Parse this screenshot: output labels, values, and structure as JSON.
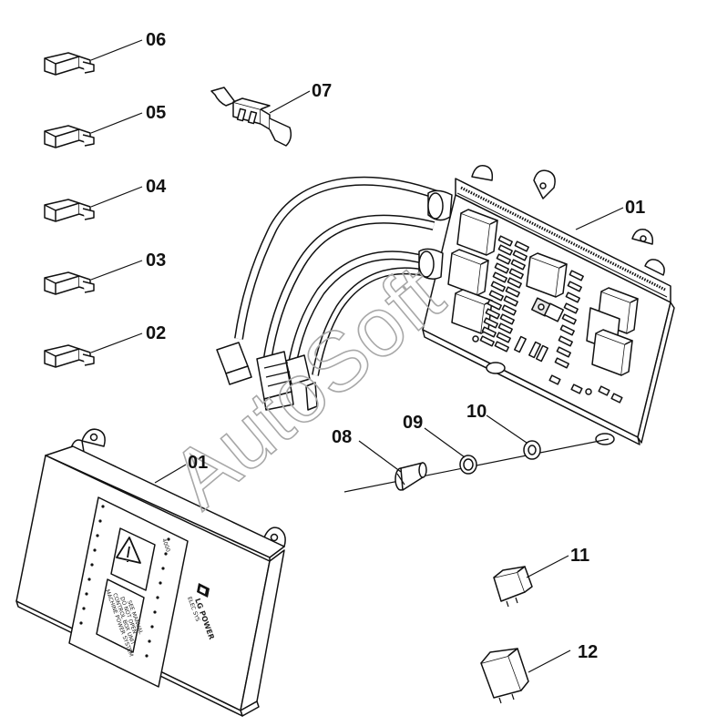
{
  "labels": {
    "p06": "06",
    "p07": "07",
    "p05": "05",
    "p04": "04",
    "p03": "03",
    "p02": "02",
    "p01_top": "01",
    "p01_bottom": "01",
    "p08": "08",
    "p09": "09",
    "p10": "10",
    "p11": "11",
    "p12": "12"
  },
  "watermark": "AutoSoft"
}
